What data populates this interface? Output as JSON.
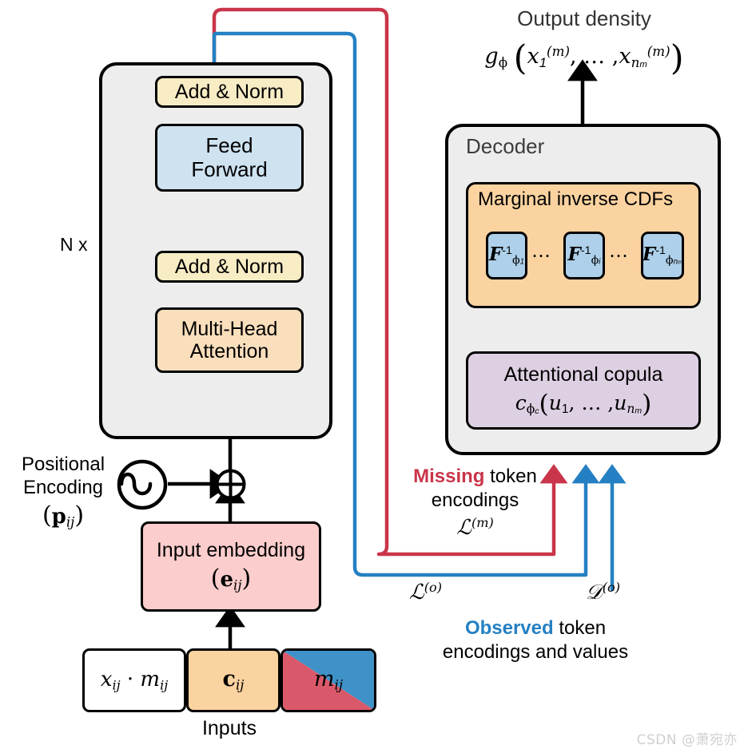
{
  "title": "Transformer encoder-decoder copula architecture diagram",
  "encoder": {
    "repeat_label": "N x",
    "add_norm_top": "Add & Norm",
    "feed_forward": "Feed\nForward",
    "feed_forward_line1": "Feed",
    "feed_forward_line2": "Forward",
    "add_norm_bottom": "Add & Norm",
    "multi_head_line1": "Multi-Head",
    "multi_head_line2": "Attention"
  },
  "positional": {
    "label_line1": "Positional",
    "label_line2": "Encoding",
    "symbol_open": "(",
    "symbol_base": "p",
    "symbol_sub": "ij",
    "symbol_close": ")",
    "sine_icon": "sine-wave-icon",
    "plus_icon": "circled-plus-icon"
  },
  "input_embedding": {
    "label": "Input embedding",
    "symbol_open": "(",
    "symbol_base": "e",
    "symbol_sub": "ij",
    "symbol_close": ")"
  },
  "inputs": {
    "caption": "Inputs",
    "cell_x_base": "x",
    "cell_x_sub": "ij",
    "cell_dot": "·",
    "cell_m_base": "m",
    "cell_m_sub": "ij",
    "cell_c_base": "c",
    "cell_c_sub": "ij",
    "cell_mask_base": "m",
    "cell_mask_sub": "ij"
  },
  "output": {
    "title": "Output density",
    "fn_base": "g",
    "fn_sub": "ϕ",
    "open_paren": "(",
    "arg1_base": "x",
    "arg1_sub": "1",
    "arg1_sup": "(m)",
    "ellipsis": ", … ,",
    "arg2_base": "x",
    "arg2_sub": "n",
    "arg2_subsub": "m",
    "arg2_sup": "(m)",
    "close_paren": ")"
  },
  "decoder": {
    "title": "Decoder",
    "marginals_title": "Marginal inverse CDFs",
    "cdf_boxes": [
      {
        "base": "F",
        "sup": "-1",
        "sub": "ϕ",
        "subsub": "1"
      },
      {
        "base": "F",
        "sup": "-1",
        "sub": "ϕ",
        "subsub": "i"
      },
      {
        "base": "F",
        "sup": "-1",
        "sub": "ϕ",
        "subsub": "n",
        "subsubsub": "m"
      }
    ],
    "cdf_ellipsis": "⋯",
    "copula_title": "Attentional copula",
    "copula_fn": "c",
    "copula_fn_sub": "ϕ",
    "copula_fn_subsub": "c",
    "copula_open": "(",
    "copula_u1": "u",
    "copula_u1_sub": "1",
    "copula_mid": ", … ,",
    "copula_un": "u",
    "copula_un_sub": "n",
    "copula_un_subsub": "m",
    "copula_close": ")"
  },
  "annotations": {
    "missing_bold": "Missing",
    "missing_rest": " token",
    "missing_line2": "encodings",
    "missing_symbol_base": "ℒ",
    "missing_symbol_sup": "(m)",
    "observed_symbol_z_base": "ℒ",
    "observed_symbol_z_sup": "(o)",
    "observed_symbol_x_base": "𝒟",
    "observed_symbol_x_sup": "(o)",
    "observed_bold": "Observed",
    "observed_rest": " token",
    "observed_line2": "encodings and values"
  },
  "watermark": "CSDN @萧宛亦",
  "colors": {
    "gray_panel": "#ededed",
    "add_norm": "#f8ecc4",
    "feed_forward": "#cee2f0",
    "multi_head": "#fadfbc",
    "marginals": "#fbd3a0",
    "cdf_box": "#aed0ea",
    "copula": "#ded0e3",
    "input_embedding": "#fbcdcc",
    "inputs_c": "#fbd3a0",
    "mask_red": "#d9596a",
    "mask_blue": "#3f92c8",
    "missing_red": "#c9354a",
    "observed_blue": "#2580c3",
    "stroke": "#000000"
  }
}
